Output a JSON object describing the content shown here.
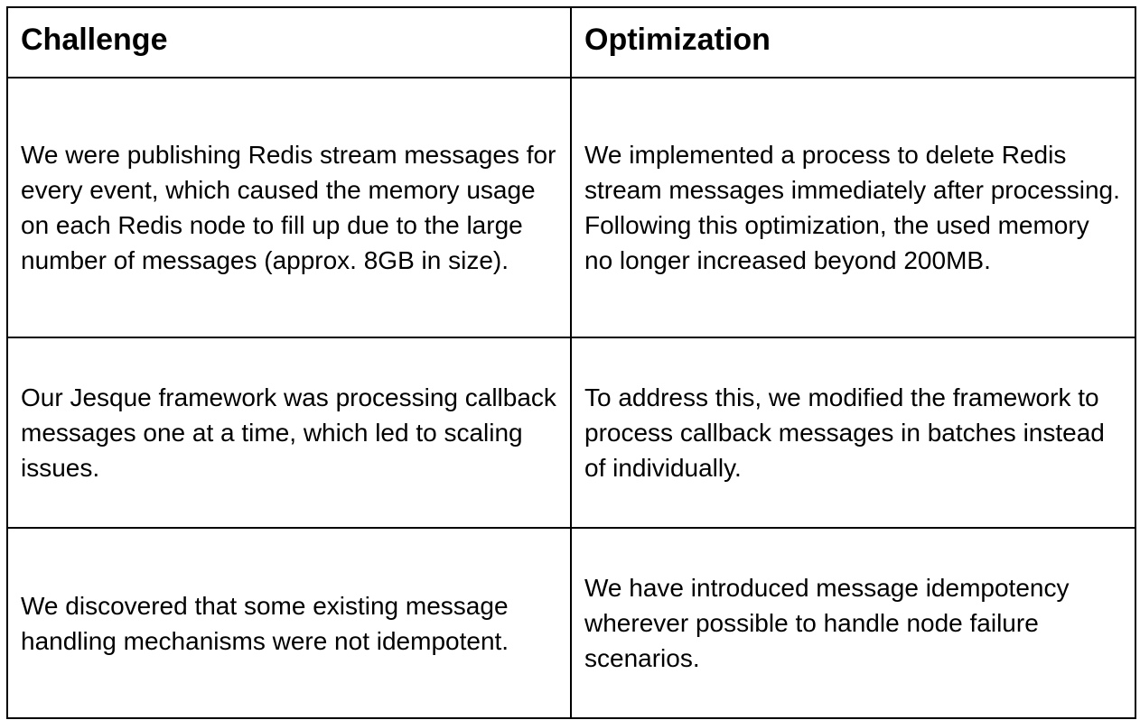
{
  "table": {
    "headers": [
      "Challenge",
      "Optimization"
    ],
    "rows": [
      {
        "challenge": "We were publishing Redis stream messages for every event, which caused the memory usage on each Redis node to fill up due to the large number of messages (approx. 8GB in size).",
        "optimization": "We implemented a process to delete Redis stream messages immediately after processing. Following this optimization, the used memory no longer increased beyond 200MB."
      },
      {
        "challenge": "Our Jesque framework was processing callback messages one at a time, which led to scaling issues.",
        "optimization": "To address this, we modified the framework to process callback messages in batches instead of individually."
      },
      {
        "challenge": "We discovered that some existing message handling mechanisms were not idempotent.",
        "optimization": "We have introduced message idempotency wherever possible to handle node failure scenarios."
      }
    ]
  }
}
